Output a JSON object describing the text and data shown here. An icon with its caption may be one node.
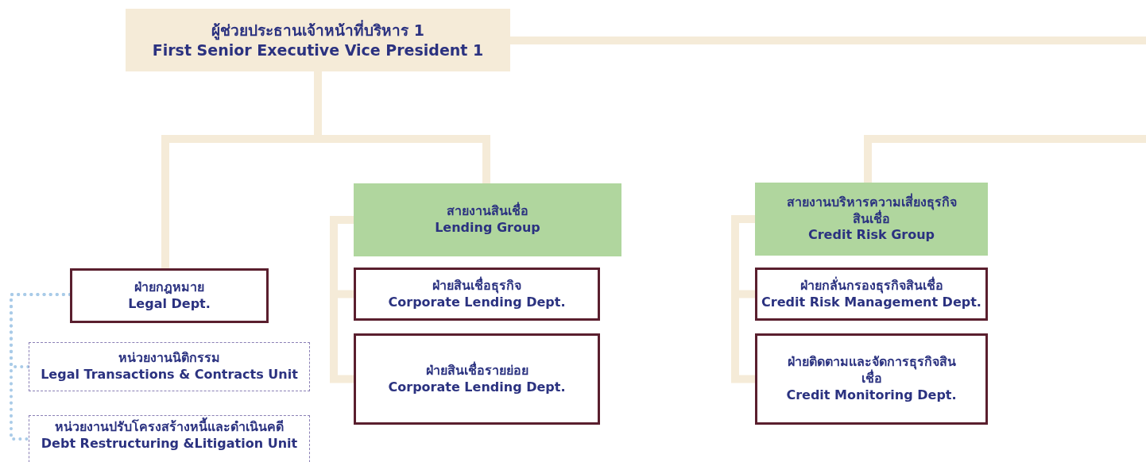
{
  "diagram": {
    "nodes": [
      {
        "text": [
          "ผู้ช่วยประธานเจ้าหน้าที่บริหาร 1",
          "First Senior Executive Vice President 1"
        ]
      },
      {
        "text": [
          "ฝ่ายกฎหมาย",
          "Legal Dept."
        ]
      },
      {
        "text": [
          "หน่วยงานนิติกรรม",
          "Legal Transactions & Contracts Unit"
        ]
      },
      {
        "text": [
          "หน่วยงานปรับโครงสร้างหนี้และดำเนินคดี",
          "Debt Restructuring &Litigation Unit"
        ]
      },
      {
        "text": [
          "สายงานสินเชื่อ",
          "Lending Group"
        ]
      },
      {
        "text": [
          "ฝ่ายสินเชื่อธุรกิจ",
          "Corporate Lending Dept."
        ]
      },
      {
        "text": [
          "ฝ่ายสินเชื่อรายย่อย",
          "Corporate Lending Dept."
        ]
      },
      {
        "text": [
          "สายงานบริหารความเสี่ยงธุรกิจสินเชื่อ",
          "Credit Risk Group"
        ]
      },
      {
        "text": [
          "ฝ่ายกลั่นกรองธุรกิจสินเชื่อ",
          "Credit Risk Management Dept."
        ]
      },
      {
        "text": [
          "ฝ่ายติดตามและจัดการธุรกิจสินเชื่อ",
          "Credit Monitoring Dept."
        ]
      }
    ],
    "edges": [
      {
        "from": 0,
        "to": 1,
        "arrow": "none"
      },
      {
        "from": 0,
        "to": 4,
        "arrow": "none"
      },
      {
        "from": 0,
        "to": null,
        "arrow": "none"
      },
      {
        "from": null,
        "to": 7,
        "arrow": "none"
      },
      {
        "from": 1,
        "to": 2,
        "arrow": "none",
        "style": "dashed",
        "color": "#a9cbe8"
      },
      {
        "from": 1,
        "to": 3,
        "arrow": "none",
        "style": "dashed",
        "color": "#a9cbe8"
      },
      {
        "from": 4,
        "to": 5,
        "arrow": "none"
      },
      {
        "from": 4,
        "to": 6,
        "arrow": "none"
      },
      {
        "from": 7,
        "to": 8,
        "arrow": "none"
      },
      {
        "from": 7,
        "to": 9,
        "arrow": "none"
      }
    ]
  }
}
